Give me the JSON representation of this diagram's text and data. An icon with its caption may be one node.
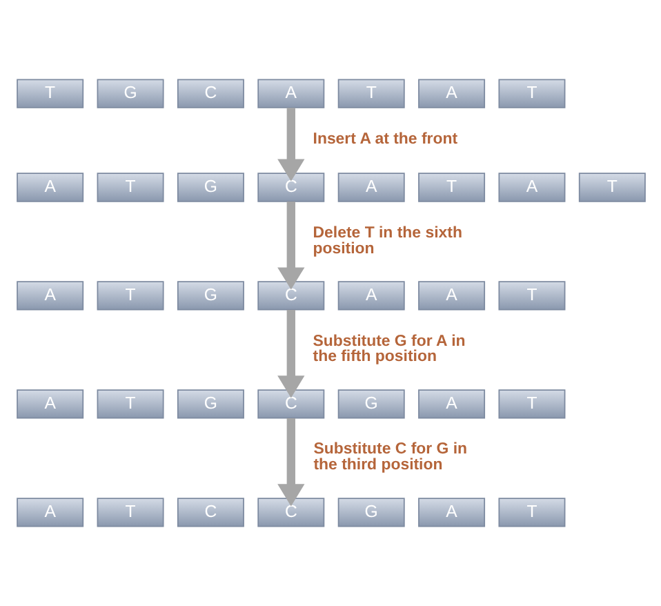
{
  "diagram": {
    "nodes": [
      {
        "text": [
          "T"
        ]
      },
      {
        "text": [
          "G"
        ]
      },
      {
        "text": [
          "C"
        ]
      },
      {
        "text": [
          "A"
        ]
      },
      {
        "text": [
          "T"
        ]
      },
      {
        "text": [
          "A"
        ]
      },
      {
        "text": [
          "T"
        ]
      },
      {
        "text": [
          "A"
        ]
      },
      {
        "text": [
          "T"
        ]
      },
      {
        "text": [
          "G"
        ]
      },
      {
        "text": [
          "C"
        ]
      },
      {
        "text": [
          "A"
        ]
      },
      {
        "text": [
          "T"
        ]
      },
      {
        "text": [
          "A"
        ]
      },
      {
        "text": [
          "T"
        ]
      },
      {
        "text": [
          "A"
        ]
      },
      {
        "text": [
          "T"
        ]
      },
      {
        "text": [
          "G"
        ]
      },
      {
        "text": [
          "C"
        ]
      },
      {
        "text": [
          "A"
        ]
      },
      {
        "text": [
          "A"
        ]
      },
      {
        "text": [
          "T"
        ]
      },
      {
        "text": [
          "A"
        ]
      },
      {
        "text": [
          "T"
        ]
      },
      {
        "text": [
          "G"
        ]
      },
      {
        "text": [
          "C"
        ]
      },
      {
        "text": [
          "G"
        ]
      },
      {
        "text": [
          "A"
        ]
      },
      {
        "text": [
          "T"
        ]
      },
      {
        "text": [
          "A"
        ]
      },
      {
        "text": [
          "T"
        ]
      },
      {
        "text": [
          "C"
        ]
      },
      {
        "text": [
          "C"
        ]
      },
      {
        "text": [
          "G"
        ]
      },
      {
        "text": [
          "A"
        ]
      },
      {
        "text": [
          "T"
        ]
      }
    ],
    "edges": [
      {
        "from": 3,
        "to": 10,
        "arrow": "to",
        "label": "Insert A at the front"
      },
      {
        "from": 10,
        "to": 18,
        "arrow": "to",
        "label": "Delete T in the sixth position"
      },
      {
        "from": 18,
        "to": 25,
        "arrow": "to",
        "label": "Substitute G for A in the fifth position"
      },
      {
        "from": 25,
        "to": 32,
        "arrow": "to",
        "label": "Substitute C for G in the third position"
      }
    ]
  }
}
